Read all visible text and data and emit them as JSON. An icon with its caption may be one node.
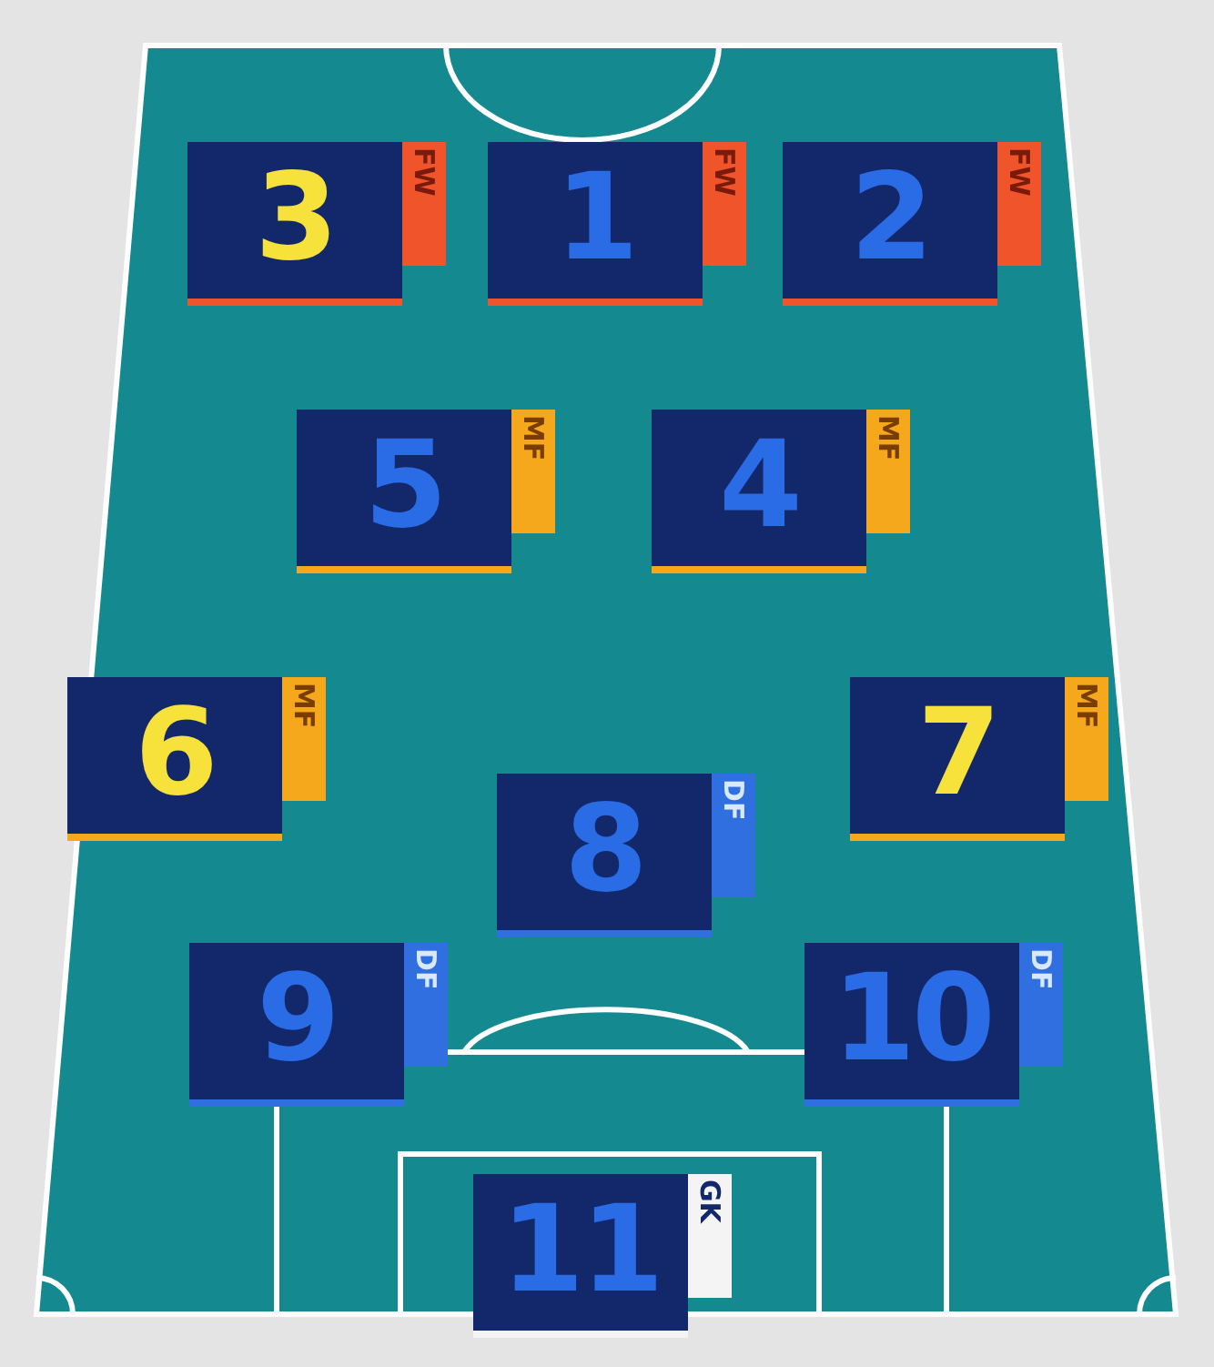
{
  "diagram": {
    "nodes": [
      {
        "text": [
          "3",
          "FW"
        ]
      },
      {
        "text": [
          "1",
          "FW"
        ]
      },
      {
        "text": [
          "2",
          "FW"
        ]
      },
      {
        "text": [
          "5",
          "MF"
        ]
      },
      {
        "text": [
          "4",
          "MF"
        ]
      },
      {
        "text": [
          "6",
          "MF"
        ]
      },
      {
        "text": [
          "7",
          "MF"
        ]
      },
      {
        "text": [
          "8",
          "DF"
        ]
      },
      {
        "text": [
          "9",
          "DF"
        ]
      },
      {
        "text": [
          "10",
          "DF"
        ]
      },
      {
        "text": [
          "11",
          "GK"
        ]
      }
    ]
  }
}
